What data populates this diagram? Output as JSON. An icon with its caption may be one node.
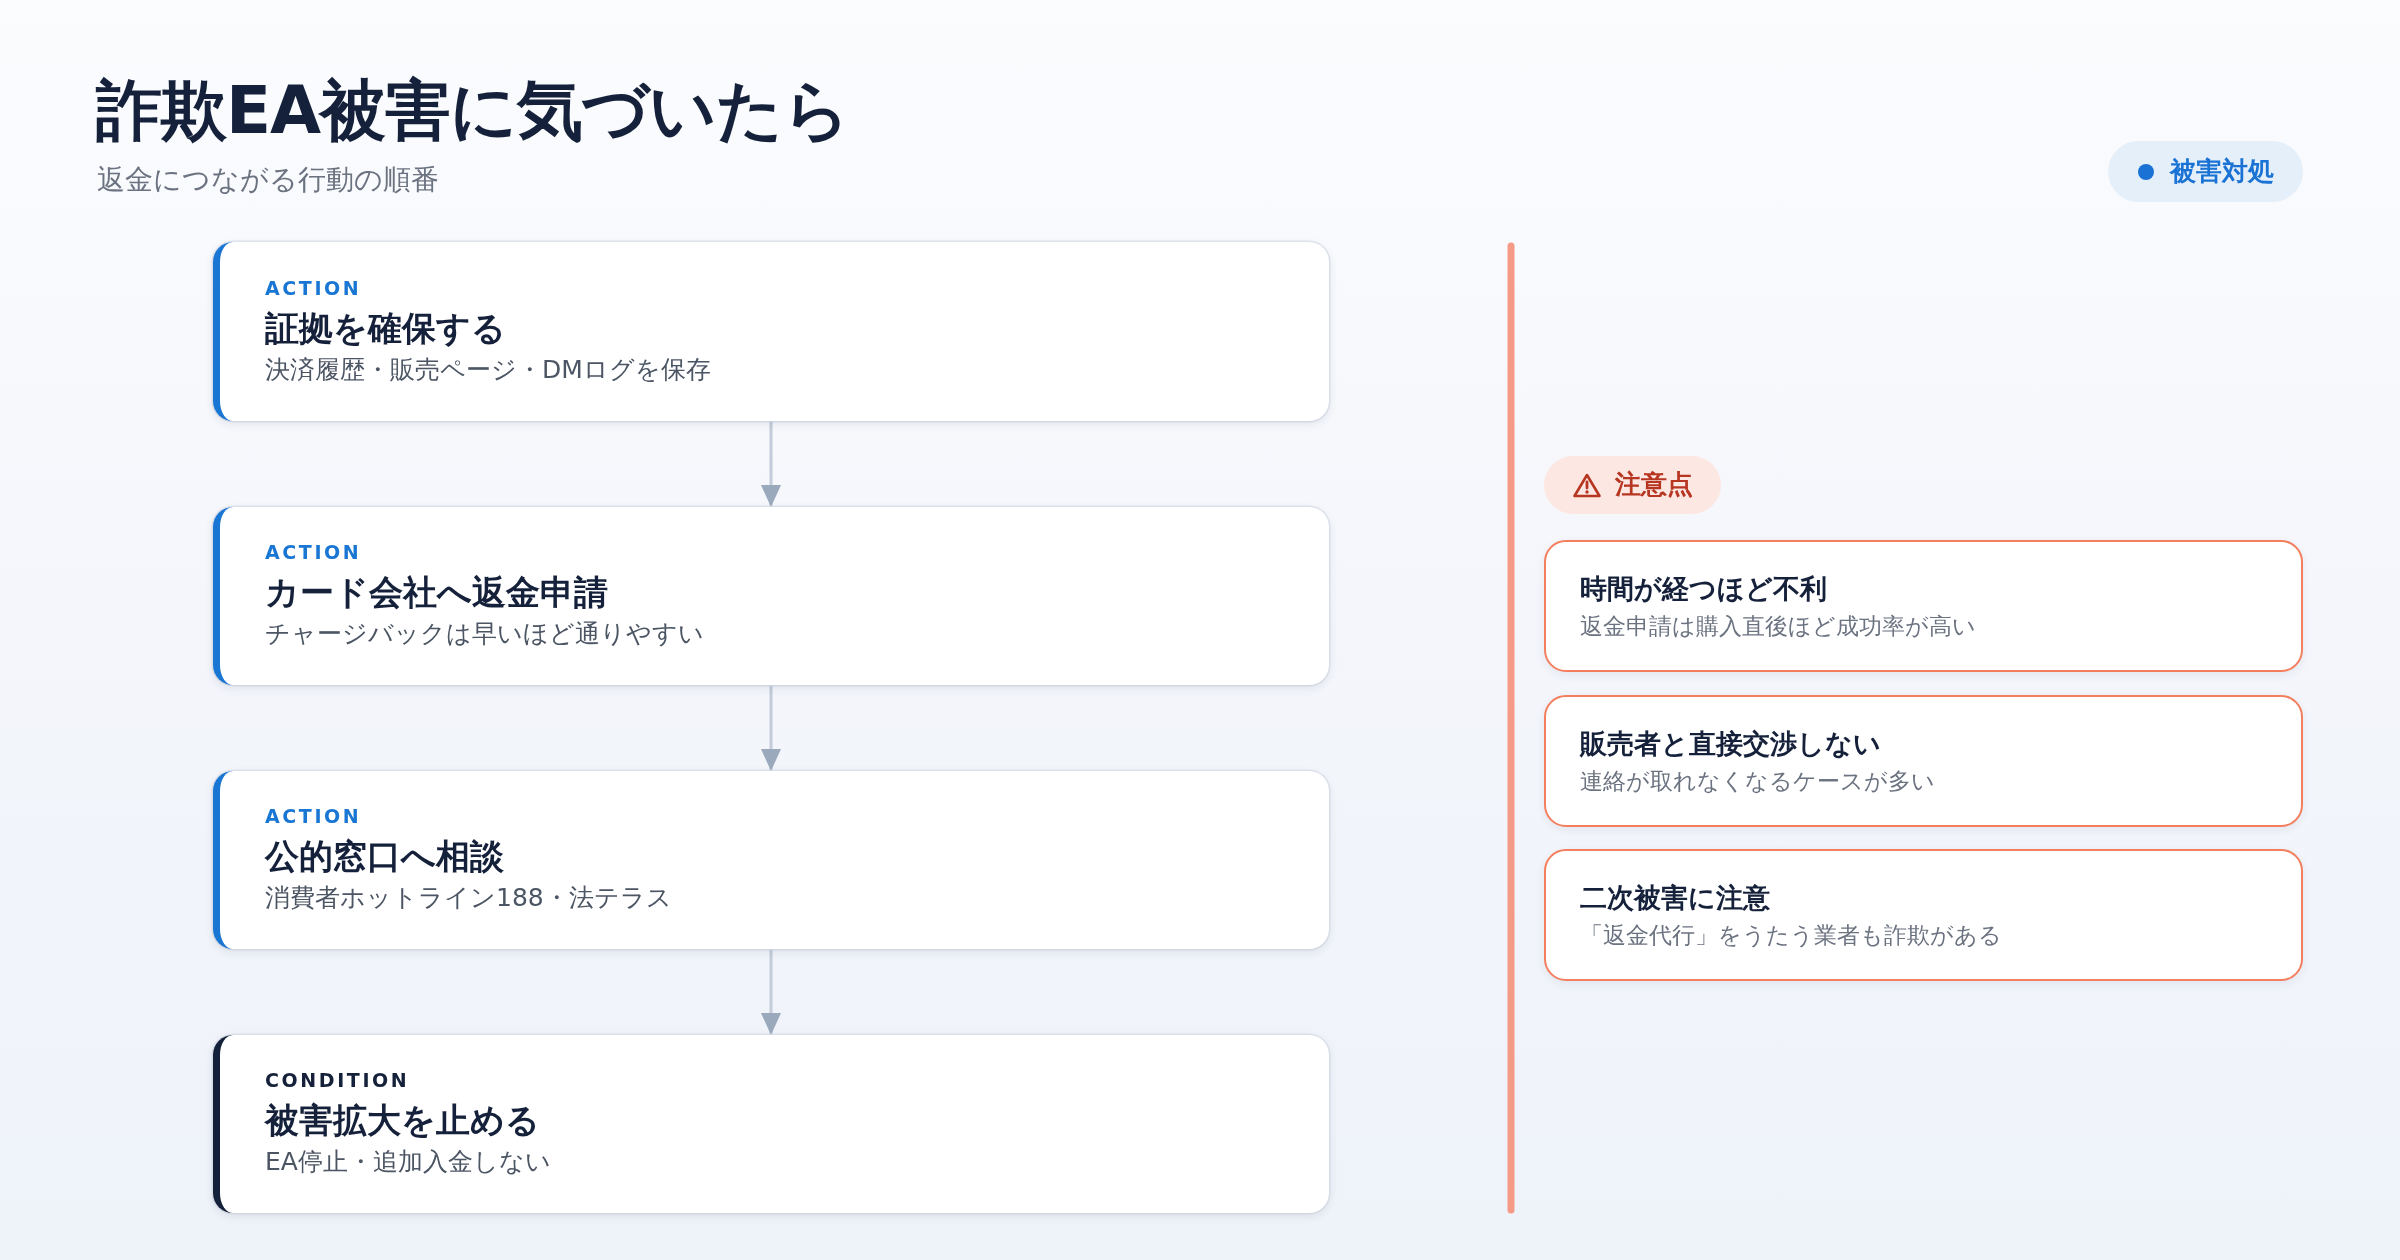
{
  "diagram": {
    "title": "詐欺EA被害に気づいたら",
    "nodes": [
      {
        "text": [
          "被害対処"
        ]
      },
      {
        "text": [
          "ACTION",
          "証拠を確保する",
          "決済履歴・販売ページ・DMログを保存"
        ]
      },
      {
        "text": [
          "ACTION",
          "カード会社へ返金申請",
          "チャージバックは早いほど通りやすい"
        ]
      },
      {
        "text": [
          "ACTION",
          "公的窓口へ相談",
          "消費者ホットライン188・法テラス"
        ]
      },
      {
        "text": [
          "CONDITION",
          "被害拡大を止める",
          "EA停止・追加入金しない"
        ]
      },
      {
        "text": [
          "注意点"
        ]
      },
      {
        "text": [
          "時間が経つほど不利",
          "返金申請は購入直後ほど成功率が高い"
        ]
      },
      {
        "text": [
          "販売者と直接交渉しない",
          "連絡が取れなくなるケースが多い"
        ]
      },
      {
        "text": [
          "二次被害に注意",
          "「返金代行」をうたう業者も詐欺がある"
        ]
      }
    ],
    "edges": [
      {
        "from": 1,
        "to": 2,
        "arrow": "to"
      },
      {
        "from": 2,
        "to": 3,
        "arrow": "to"
      },
      {
        "from": 3,
        "to": 4,
        "arrow": "to"
      }
    ],
    "labels": [
      "返金につながる行動の順番"
    ]
  }
}
